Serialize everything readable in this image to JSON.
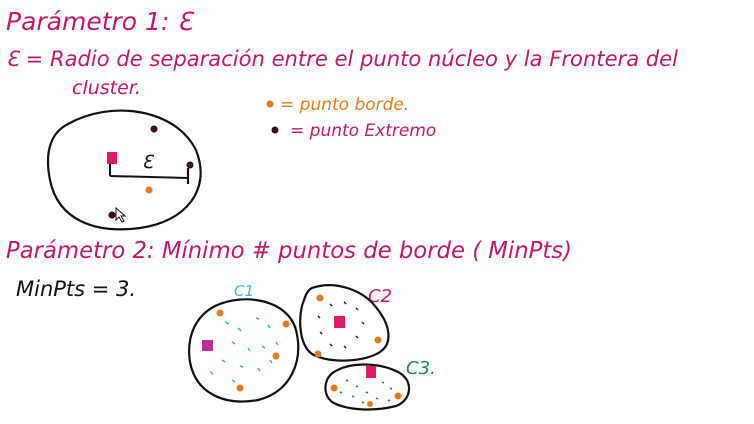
{
  "colors": {
    "magenta": "#c0186c",
    "orange": "#e87a1a",
    "dark": "#3a0d0d",
    "ink": "#111111",
    "cyan": "#3cb6e0",
    "green": "#1e8a4a",
    "pink_core": "#e0186a",
    "cyan_core": "#c02a9a"
  },
  "param1": {
    "title": "Parámetro 1: ℇ",
    "definition_line1": "ℇ = Radio de separación entre el punto núcleo y la Frontera del",
    "definition_line2": "cluster."
  },
  "legend": {
    "border_point": "= punto borde.",
    "extreme_point": "= punto Extremo"
  },
  "circle_label": "ℇ",
  "param2": {
    "title": "Parámetro 2: Mínimo # puntos de borde ( MinPts)",
    "minpts": "MinPts = 3."
  },
  "clusters": {
    "c1": "C1",
    "c2": "C2",
    "c3": "C3."
  }
}
